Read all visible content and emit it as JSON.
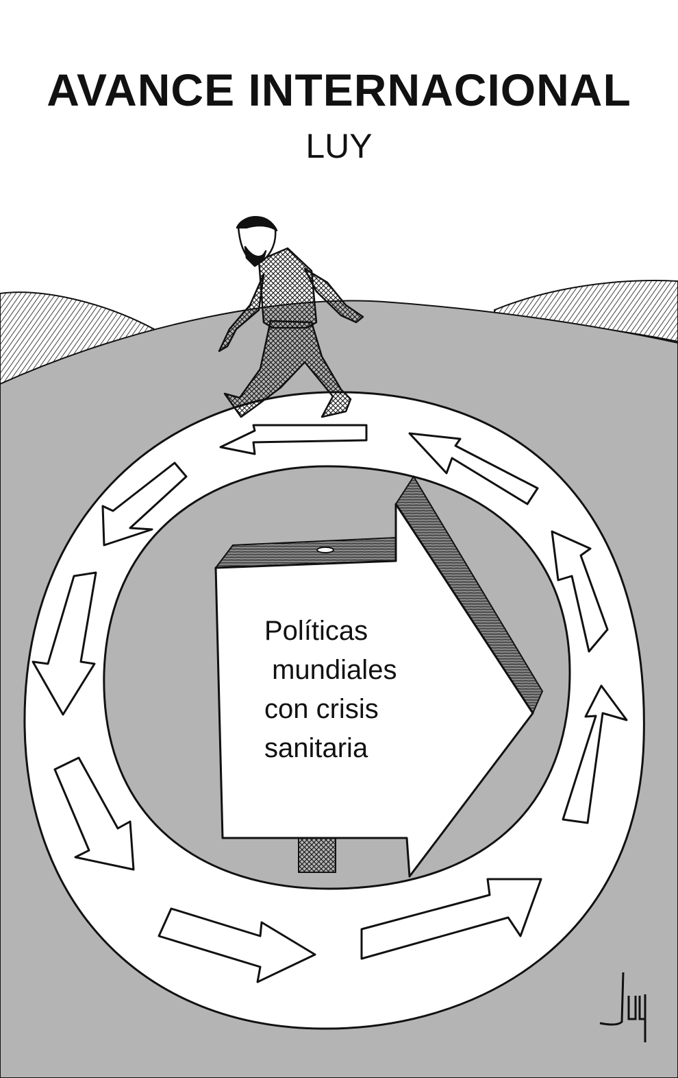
{
  "cartoon": {
    "title": "AVANCE INTERNACIONAL",
    "author": "LUY",
    "sign_lines": [
      "Políticas",
      " mundiales",
      "con crisis",
      "sanitaria"
    ],
    "signature": "Luy"
  },
  "colors": {
    "ground": "#b4b4b4",
    "ink": "#111111",
    "paper": "#ffffff"
  }
}
